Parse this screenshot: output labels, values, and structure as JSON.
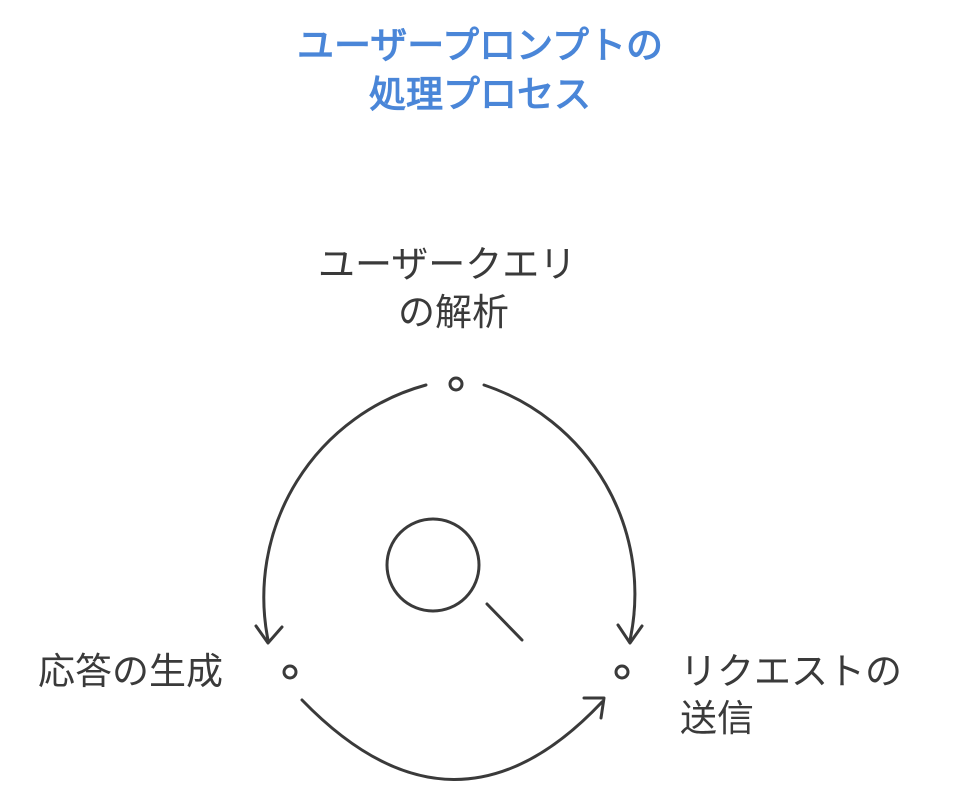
{
  "title": {
    "line1": "ユーザープロンプトの",
    "line2": "処理プロセス"
  },
  "nodes": {
    "top": {
      "line1": "ユーザークエリ",
      "line2": "の解析"
    },
    "right": {
      "line1": "リクエストの",
      "line2": "送信"
    },
    "left": {
      "line1": "応答の生成"
    }
  },
  "center_icon": "magnifier-icon",
  "colors": {
    "title": "#4a86d8",
    "text": "#3a3a3a",
    "stroke": "#3a3a3a"
  }
}
